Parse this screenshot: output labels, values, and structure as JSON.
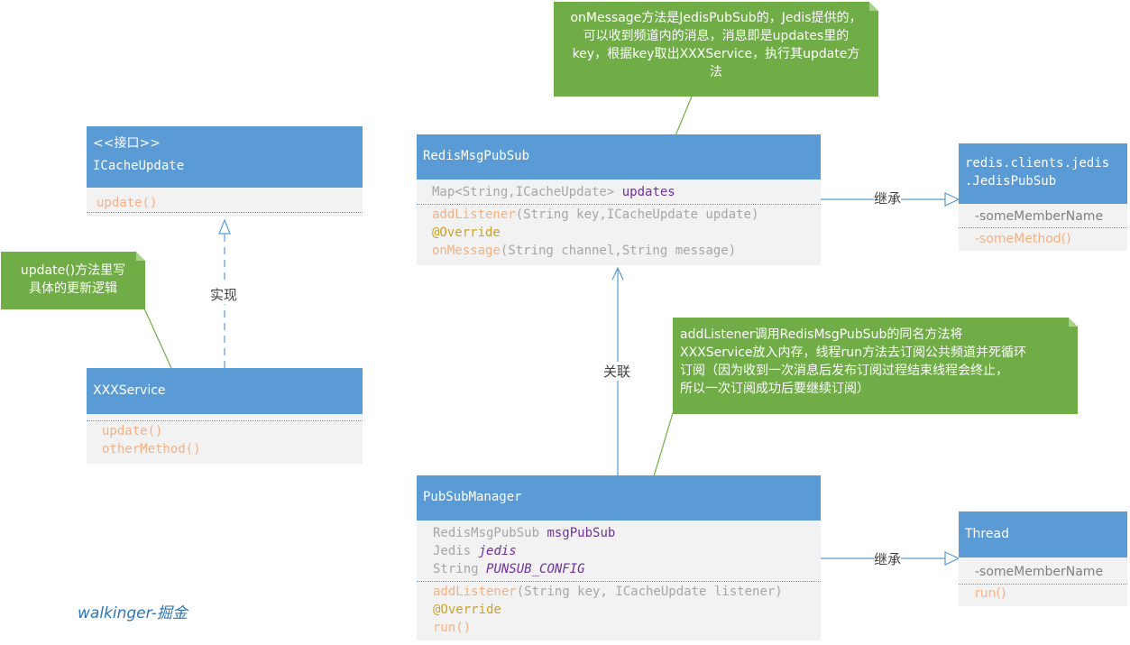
{
  "interface_box": {
    "stereotype": "<<接口>>",
    "name": "ICacheUpdate",
    "methods": [
      "update()"
    ]
  },
  "service_box": {
    "name": "XXXService",
    "methods": [
      "update()",
      "otherMethod()"
    ]
  },
  "pubsub_box": {
    "name": "RedisMsgPubSub",
    "field_type": "Map<String,ICacheUpdate>",
    "field_name": "updates",
    "m1_name": "addListener",
    "m1_params": "(String key,ICacheUpdate update)",
    "m2": "@Override",
    "m3_name": "onMessage",
    "m3_params": "(String channel,String message)"
  },
  "jedis_box": {
    "name_line1": "redis.clients.jedis",
    "name_line2": ".JedisPubSub",
    "field": "-someMemberName",
    "method": "-someMethod()"
  },
  "manager_box": {
    "name": "PubSubManager",
    "f1_type": "RedisMsgPubSub",
    "f1_name": "msgPubSub",
    "f2_type": "Jedis",
    "f2_name": "jedis",
    "f3_type": "String",
    "f3_name": "PUNSUB_CONFIG",
    "m1_name": "addListener",
    "m1_params": "(String key, ICacheUpdate listener)",
    "m2": "@Override",
    "m3": "run()"
  },
  "thread_box": {
    "name": "Thread",
    "field": "-someMemberName",
    "method": "run()"
  },
  "notes": {
    "on_message": [
      "onMessage方法是JedisPubSub的，Jedis提供的，",
      "可以收到频道内的消息，消息即是updates里的",
      "key，根据key取出XXXService，执行其update方",
      "法"
    ],
    "update": [
      "update()方法里写",
      "具体的更新逻辑"
    ],
    "add_listener": [
      "addListener调用RedisMsgPubSub的同名方法将",
      "XXXService放入内存，线程run方法去订阅公共频道并死循环",
      "订阅（因为收到一次消息后发布订阅过程结束线程会终止，",
      "所以一次订阅成功后要继续订阅）"
    ]
  },
  "labels": {
    "implements": "实现",
    "association": "关联",
    "inherit1": "继承",
    "inherit2": "继承"
  },
  "watermark": "walkinger-掘金",
  "colors": {
    "class_header": "#5b9bd5",
    "class_body": "#f2f2f2",
    "note": "#70ad47",
    "method": "#f4b183",
    "type": "#a6a6a6",
    "field": "#7030a0",
    "annotation": "#c9a227"
  }
}
